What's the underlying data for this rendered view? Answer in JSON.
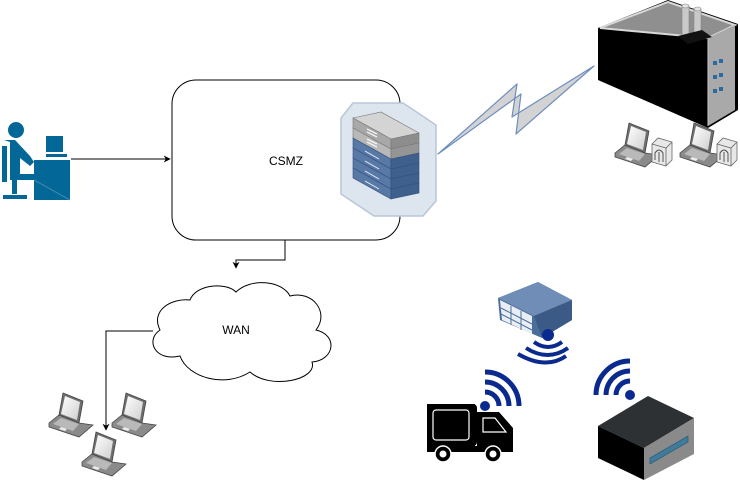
{
  "diagram": {
    "nodes": {
      "operator": {
        "label": "",
        "icon": "user-at-desk-icon",
        "color": "#036897"
      },
      "csmz": {
        "label": "CSMZ",
        "icon": "server-rack-icon"
      },
      "wan": {
        "label": "WAN",
        "icon": "cloud-icon"
      },
      "factory": {
        "label": "",
        "icon": "factory-icon"
      },
      "factory_workstations": {
        "count": 2,
        "icon": "laptop-with-modem-icon"
      },
      "remote_laptops": {
        "count": 3,
        "icon": "laptop-icon"
      },
      "wireless_gateway": {
        "label": "",
        "icon": "wireless-gateway-icon"
      },
      "truck": {
        "label": "",
        "icon": "connected-truck-icon"
      },
      "wireless_device": {
        "label": "",
        "icon": "wireless-device-box-icon"
      }
    },
    "edges": [
      {
        "from": "operator",
        "to": "csmz",
        "style": "arrow"
      },
      {
        "from": "csmz",
        "to": "wan",
        "style": "orthogonal-arrow"
      },
      {
        "from": "wan",
        "to": "remote_laptops",
        "style": "orthogonal-arrow"
      },
      {
        "from": "csmz",
        "to": "factory",
        "style": "wireless-link"
      }
    ],
    "colors": {
      "brand_blue": "#036897",
      "wifi_blue": "#0b2a8f",
      "rack_blue": "#4a6d9a",
      "rack_gray": "#b3b3b3",
      "lightning_fill": "#d3d3d3",
      "lightning_stroke": "#6c8ebf"
    }
  }
}
